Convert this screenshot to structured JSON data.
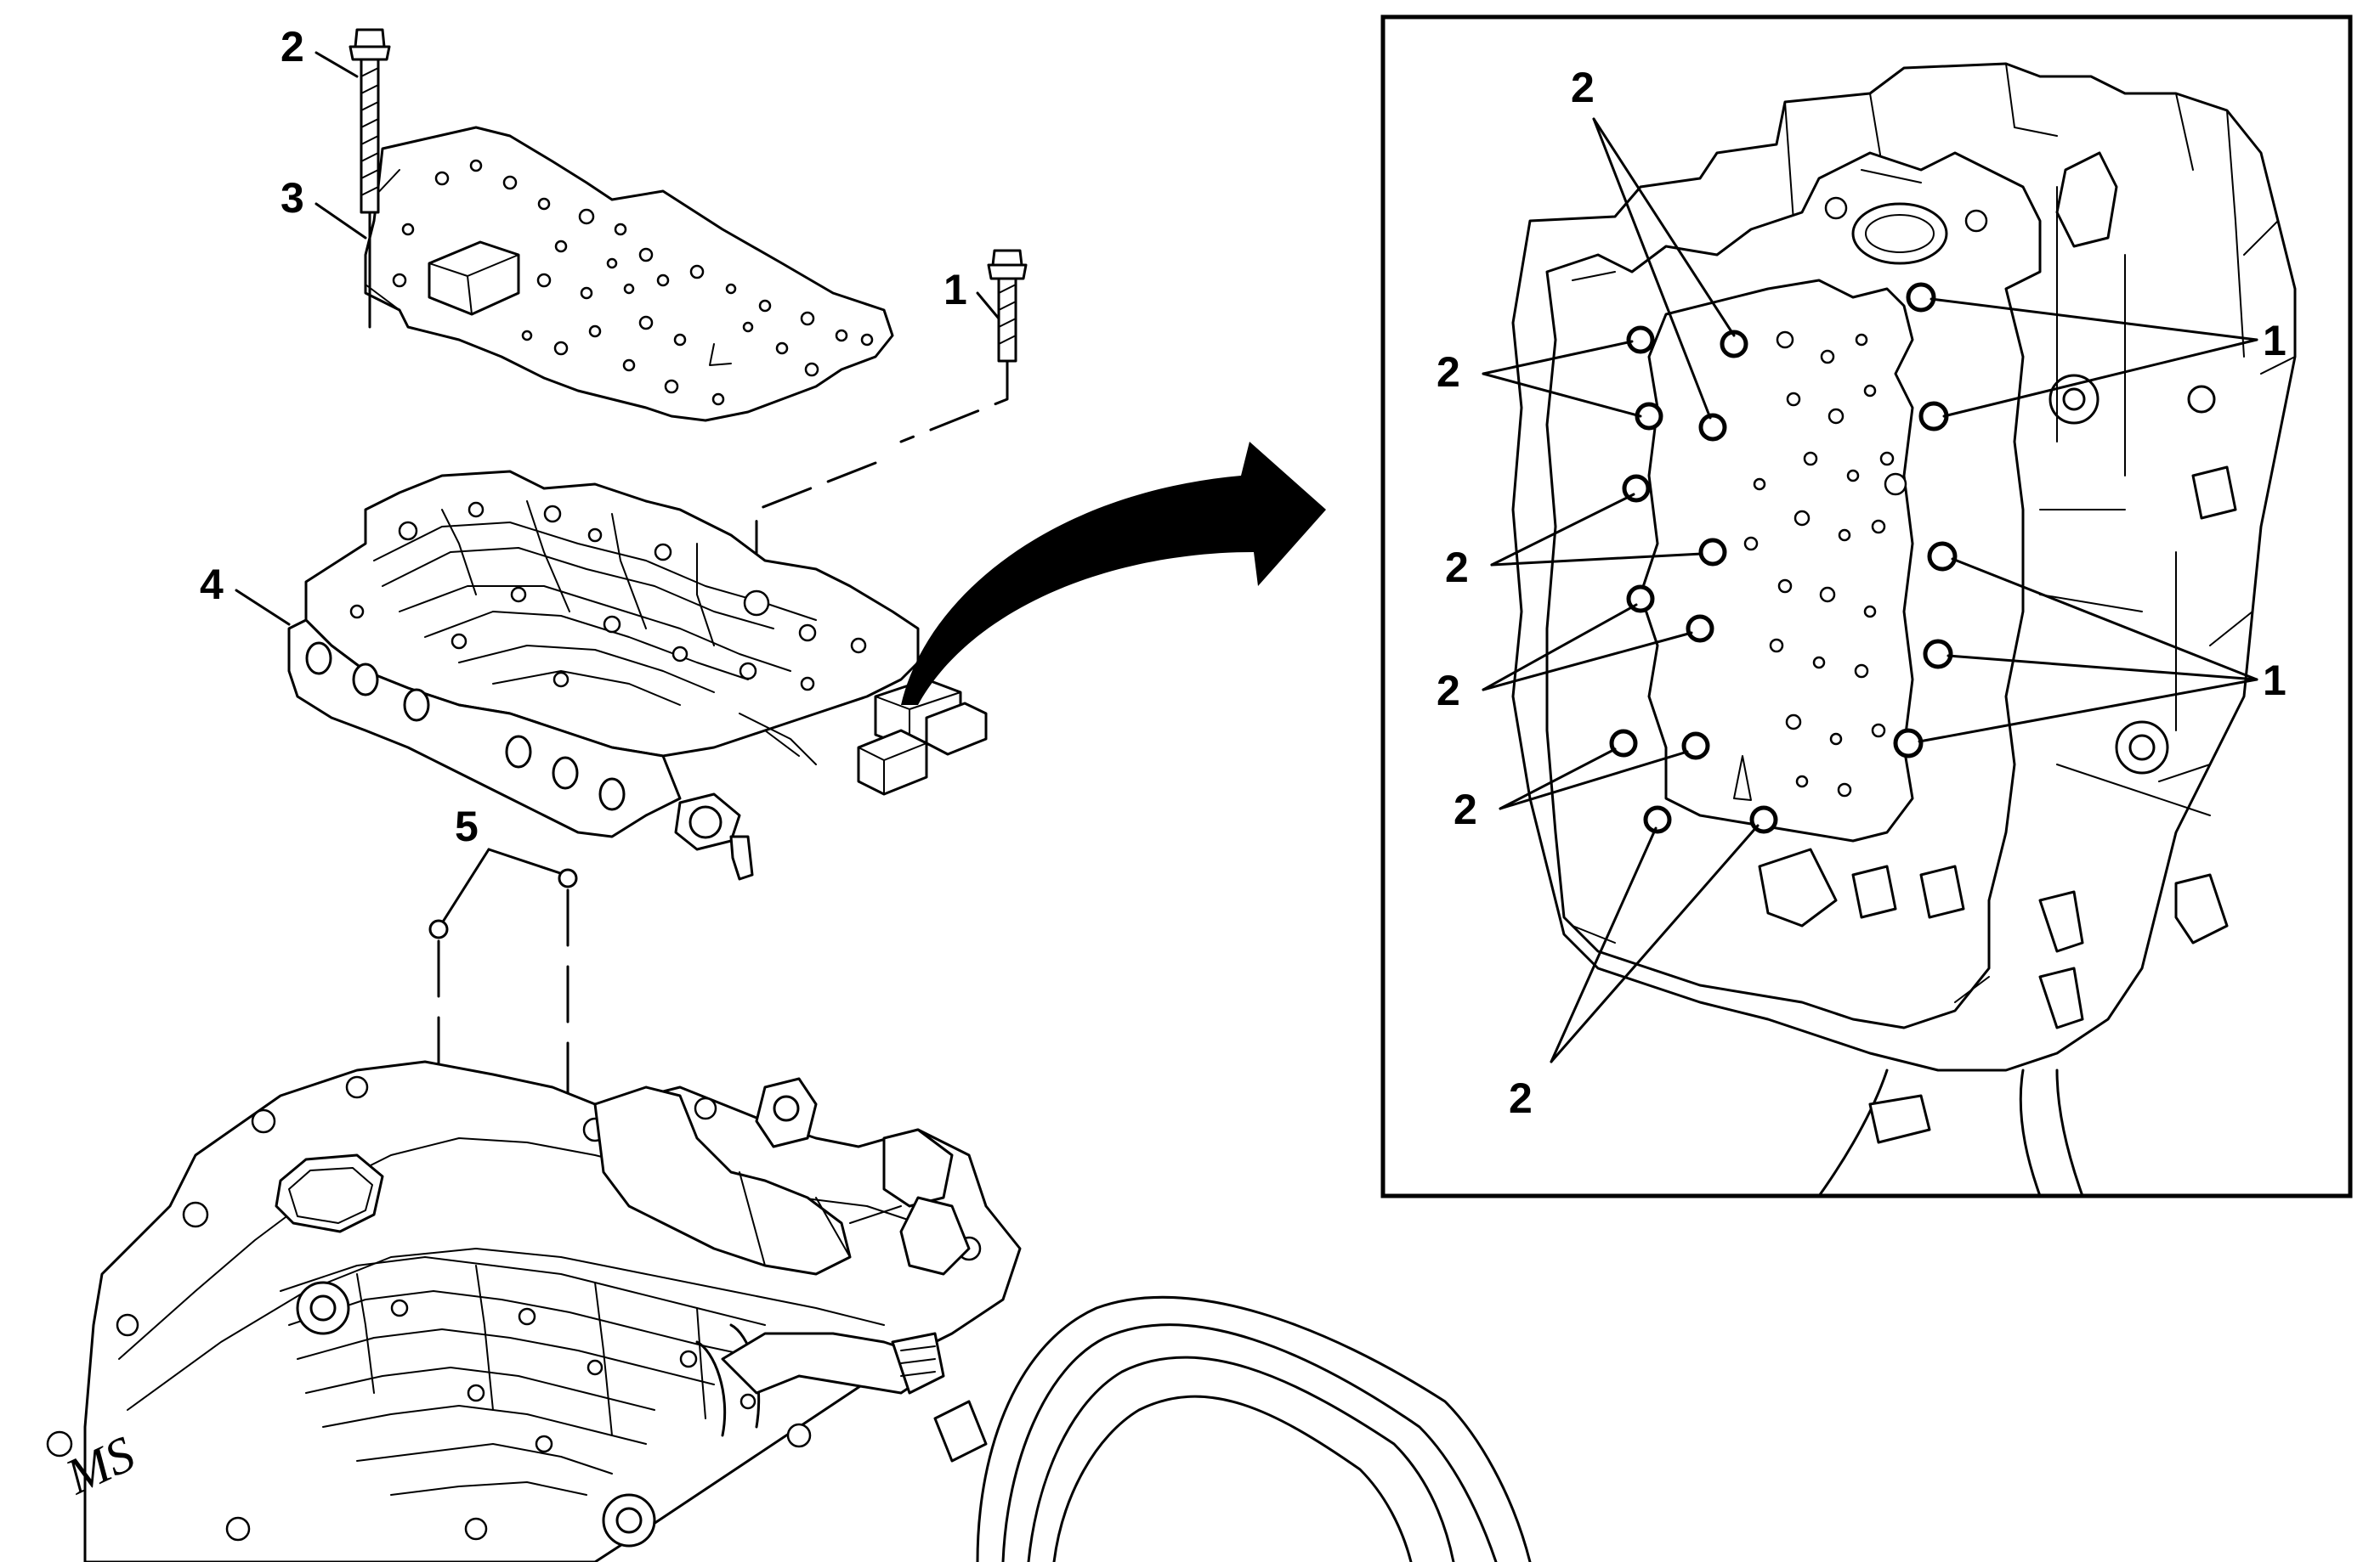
{
  "callouts": {
    "main": [
      {
        "id": "main-label-2",
        "text": "2"
      },
      {
        "id": "main-label-3",
        "text": "3"
      },
      {
        "id": "main-label-1",
        "text": "1"
      },
      {
        "id": "main-label-4",
        "text": "4"
      },
      {
        "id": "main-label-5",
        "text": "5"
      }
    ],
    "inset": [
      {
        "id": "inset-label-2-top",
        "text": "2"
      },
      {
        "id": "inset-label-2-a",
        "text": "2"
      },
      {
        "id": "inset-label-2-b",
        "text": "2"
      },
      {
        "id": "inset-label-2-c",
        "text": "2"
      },
      {
        "id": "inset-label-2-d",
        "text": "2"
      },
      {
        "id": "inset-label-2-bottom",
        "text": "2"
      },
      {
        "id": "inset-label-1-top",
        "text": "1"
      },
      {
        "id": "inset-label-1-bottom",
        "text": "1"
      }
    ]
  },
  "engraving": "MS",
  "colors": {
    "ink": "#000000",
    "paper": "#ffffff"
  }
}
